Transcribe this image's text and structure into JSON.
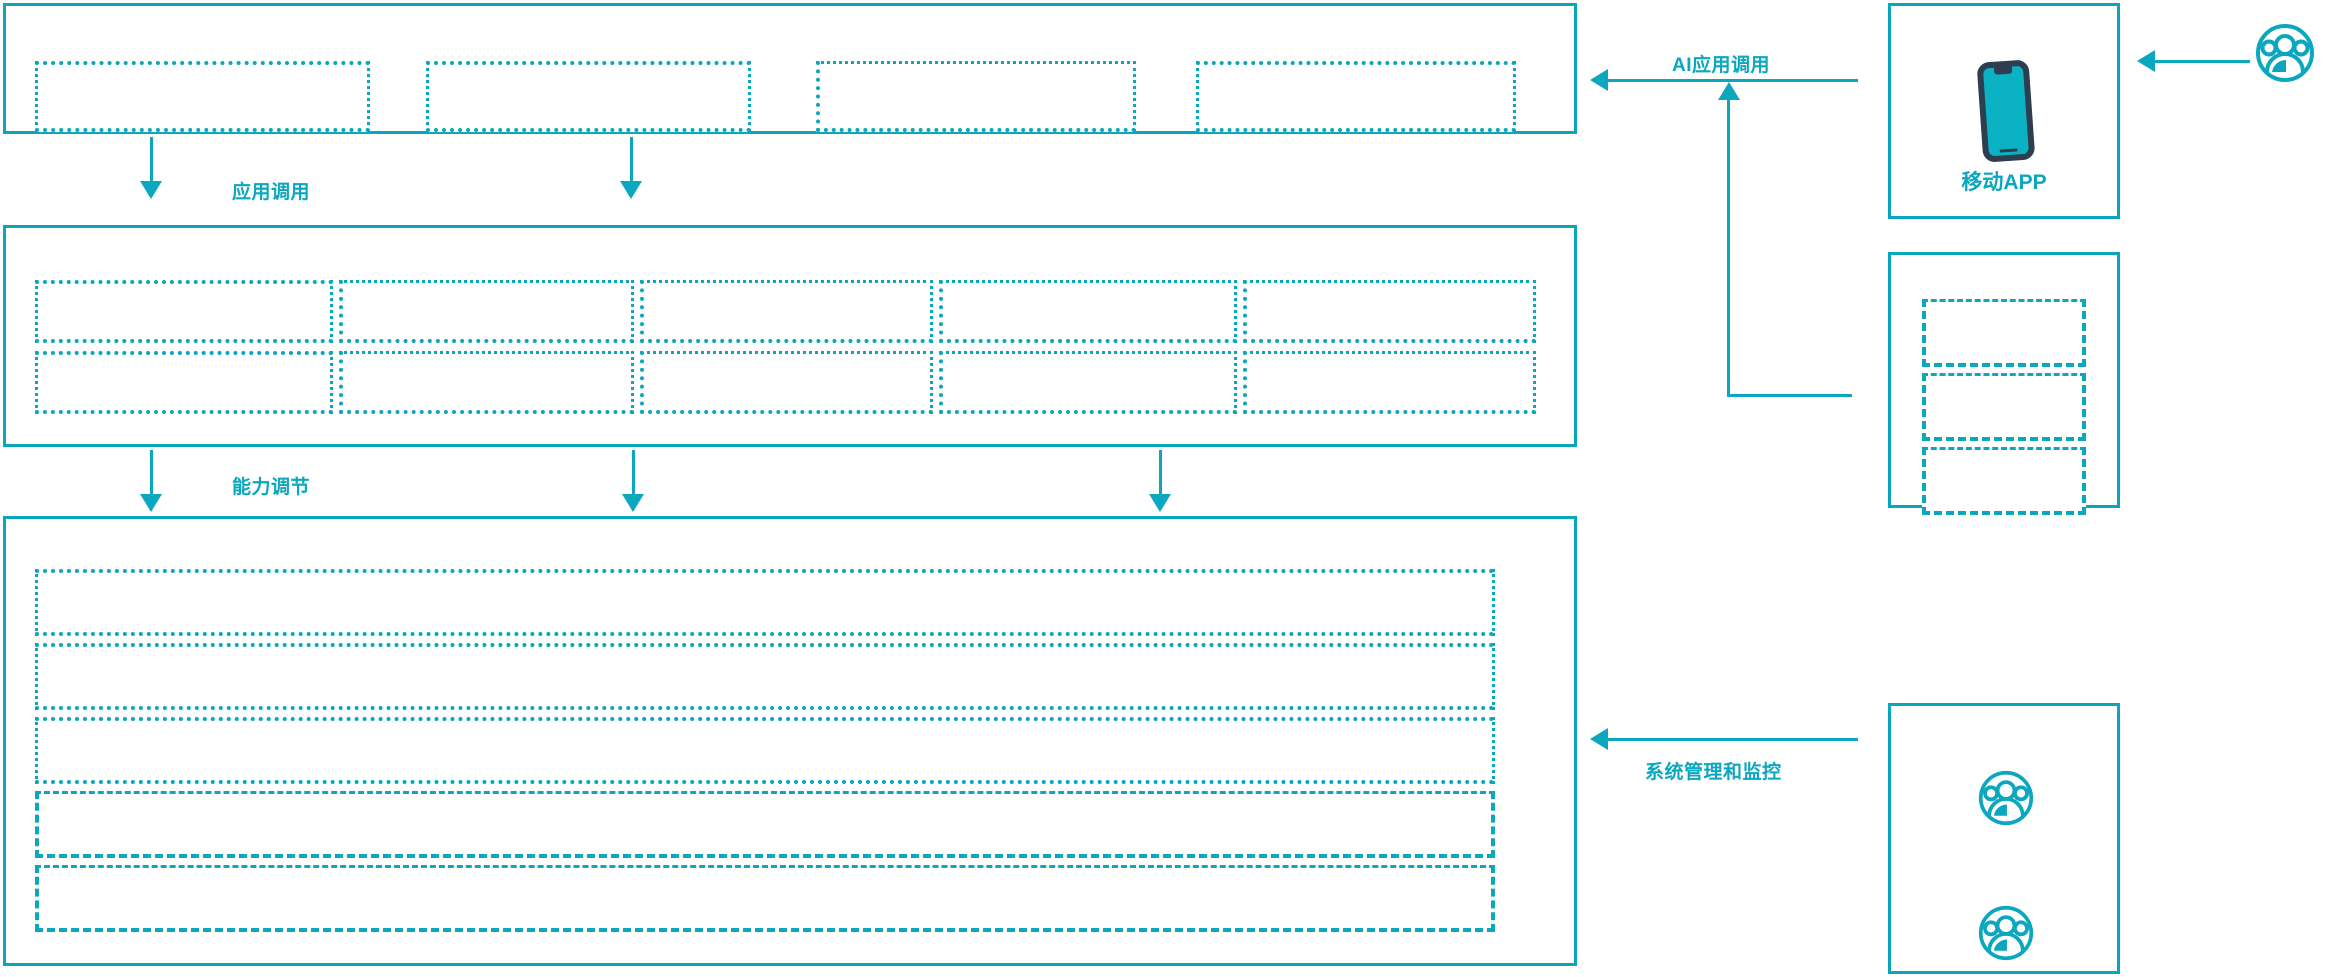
{
  "theme": {
    "accent": "#0aa7be",
    "accent_dark": "#2d3e50",
    "background": "#ffffff"
  },
  "diagram": {
    "type": "layered-architecture",
    "flow_labels": {
      "app_call": "应用调用",
      "capability_call": "能力调节",
      "ai_app_call": "AI应用调用",
      "system_admin": "系统管理和监控"
    },
    "layers": [
      {
        "name": "application-layer",
        "slot_count": 4,
        "slots": [
          "",
          "",
          "",
          ""
        ]
      },
      {
        "name": "capability-layer",
        "slot_count": 10,
        "columns": 5,
        "rows": 2,
        "slots": [
          "",
          "",
          "",
          "",
          "",
          "",
          "",
          "",
          "",
          ""
        ]
      },
      {
        "name": "infrastructure-layer",
        "slot_count": 5,
        "slots": [
          "",
          "",
          "",
          "",
          ""
        ]
      }
    ],
    "side_panels": [
      {
        "name": "mobile-app-panel",
        "label": "移动APP",
        "icon": "mobile-phone-icon"
      },
      {
        "name": "channel-panel",
        "label": "",
        "slot_count": 3,
        "slots": [
          "",
          "",
          ""
        ]
      },
      {
        "name": "operations-panel",
        "label": "",
        "icons": [
          "user-group-icon",
          "user-group-icon"
        ]
      }
    ],
    "actors": [
      {
        "name": "external-user",
        "icon": "user-group-icon"
      }
    ]
  }
}
